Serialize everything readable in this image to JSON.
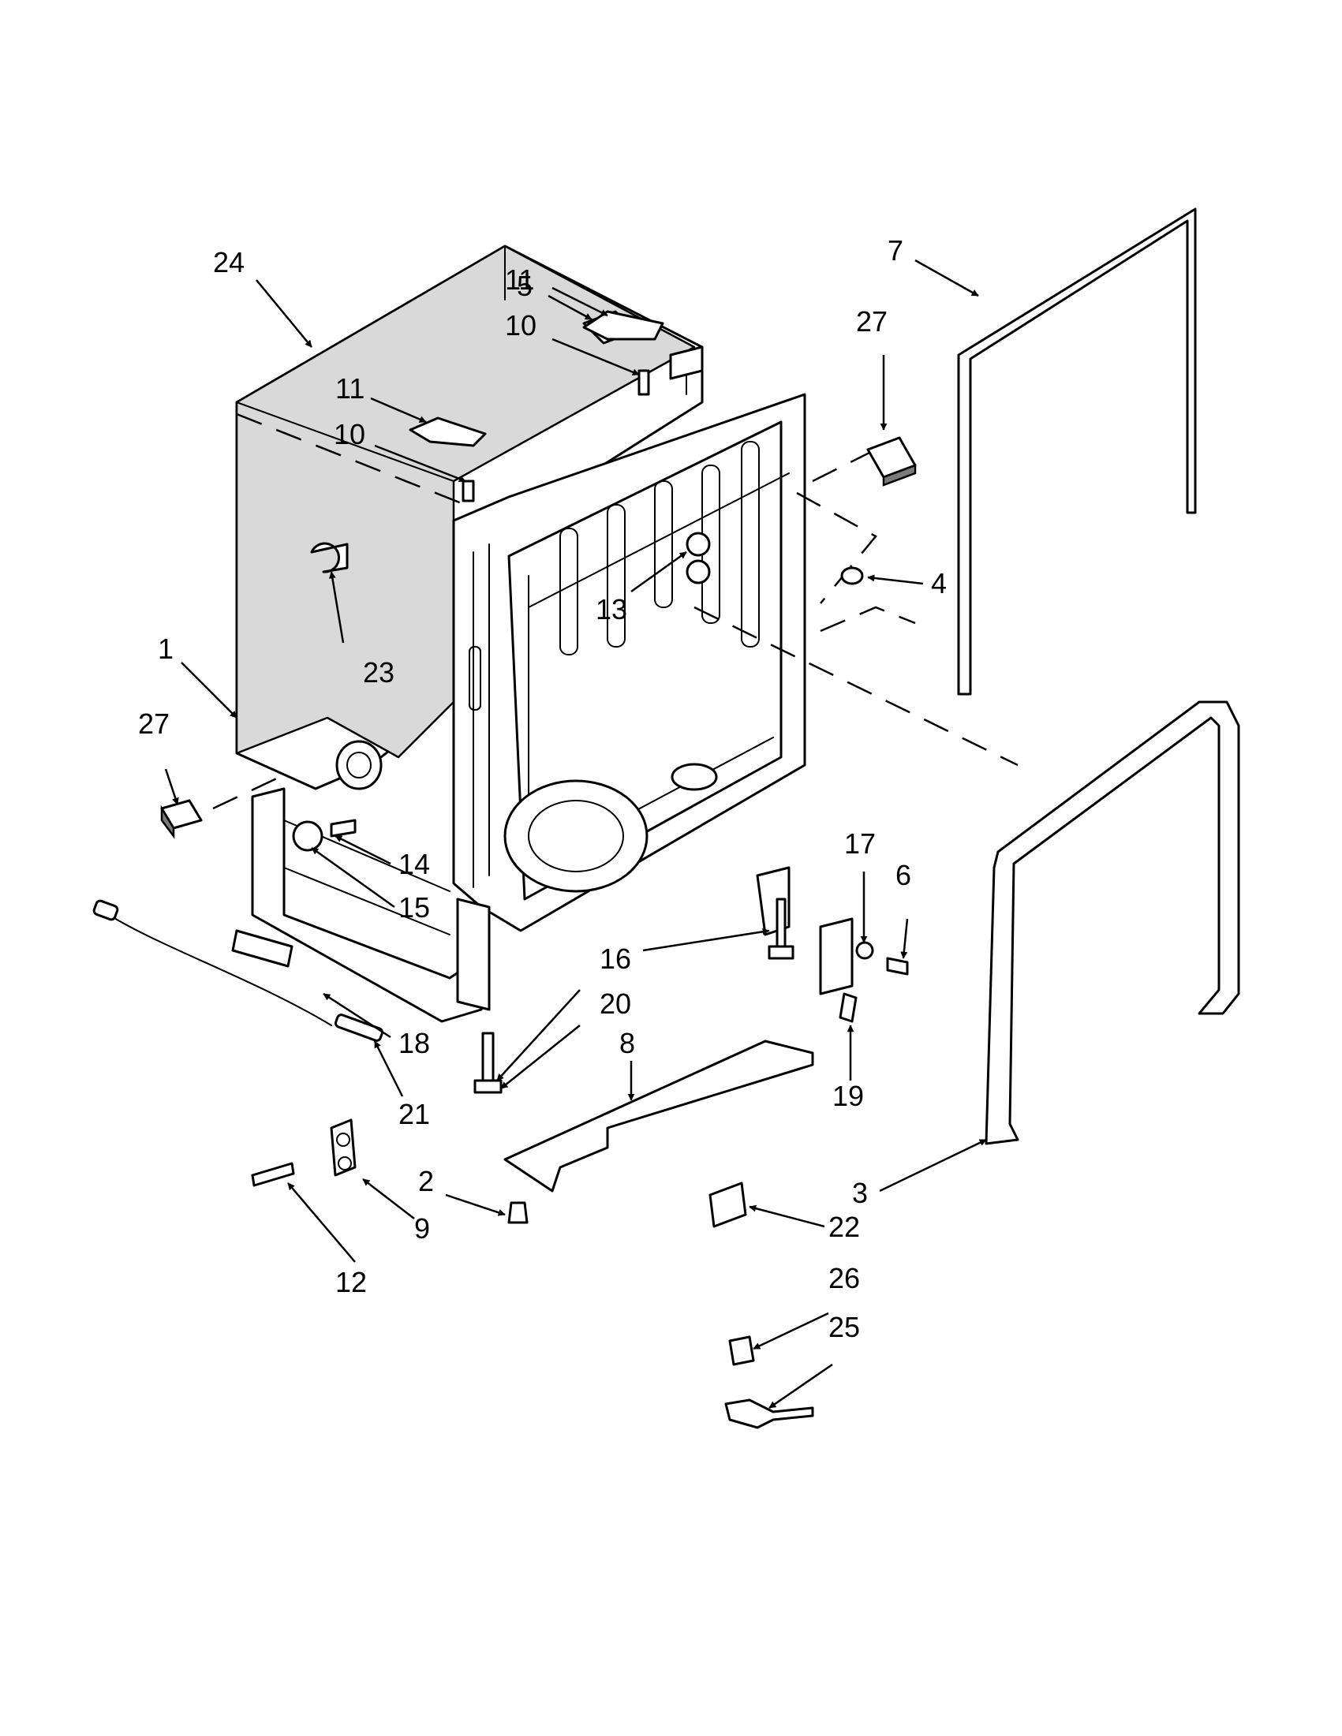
{
  "callouts": [
    {
      "id": "c1",
      "label": "1"
    },
    {
      "id": "c2",
      "label": "2"
    },
    {
      "id": "c3",
      "label": "3"
    },
    {
      "id": "c4",
      "label": "4"
    },
    {
      "id": "c5",
      "label": "5"
    },
    {
      "id": "c6",
      "label": "6"
    },
    {
      "id": "c7",
      "label": "7"
    },
    {
      "id": "c8",
      "label": "8"
    },
    {
      "id": "c9",
      "label": "9"
    },
    {
      "id": "c10a",
      "label": "10"
    },
    {
      "id": "c10b",
      "label": "10"
    },
    {
      "id": "c11a",
      "label": "11"
    },
    {
      "id": "c11b",
      "label": "11"
    },
    {
      "id": "c12",
      "label": "12"
    },
    {
      "id": "c13",
      "label": "13"
    },
    {
      "id": "c14",
      "label": "14"
    },
    {
      "id": "c15",
      "label": "15"
    },
    {
      "id": "c16",
      "label": "16"
    },
    {
      "id": "c17",
      "label": "17"
    },
    {
      "id": "c18",
      "label": "18"
    },
    {
      "id": "c19",
      "label": "19"
    },
    {
      "id": "c20",
      "label": "20"
    },
    {
      "id": "c21",
      "label": "21"
    },
    {
      "id": "c22",
      "label": "22"
    },
    {
      "id": "c23",
      "label": "23"
    },
    {
      "id": "c24",
      "label": "24"
    },
    {
      "id": "c25",
      "label": "25"
    },
    {
      "id": "c26",
      "label": "26"
    },
    {
      "id": "c27a",
      "label": "27"
    },
    {
      "id": "c27b",
      "label": "27"
    }
  ]
}
